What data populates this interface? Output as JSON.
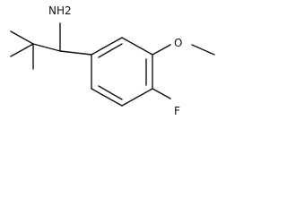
{
  "molecule": {
    "atoms": {
      "amine": "NH2",
      "methoxy_oxygen": "O",
      "fluorine": "F"
    },
    "bond_color": "#111111",
    "background_color": "#ffffff"
  }
}
